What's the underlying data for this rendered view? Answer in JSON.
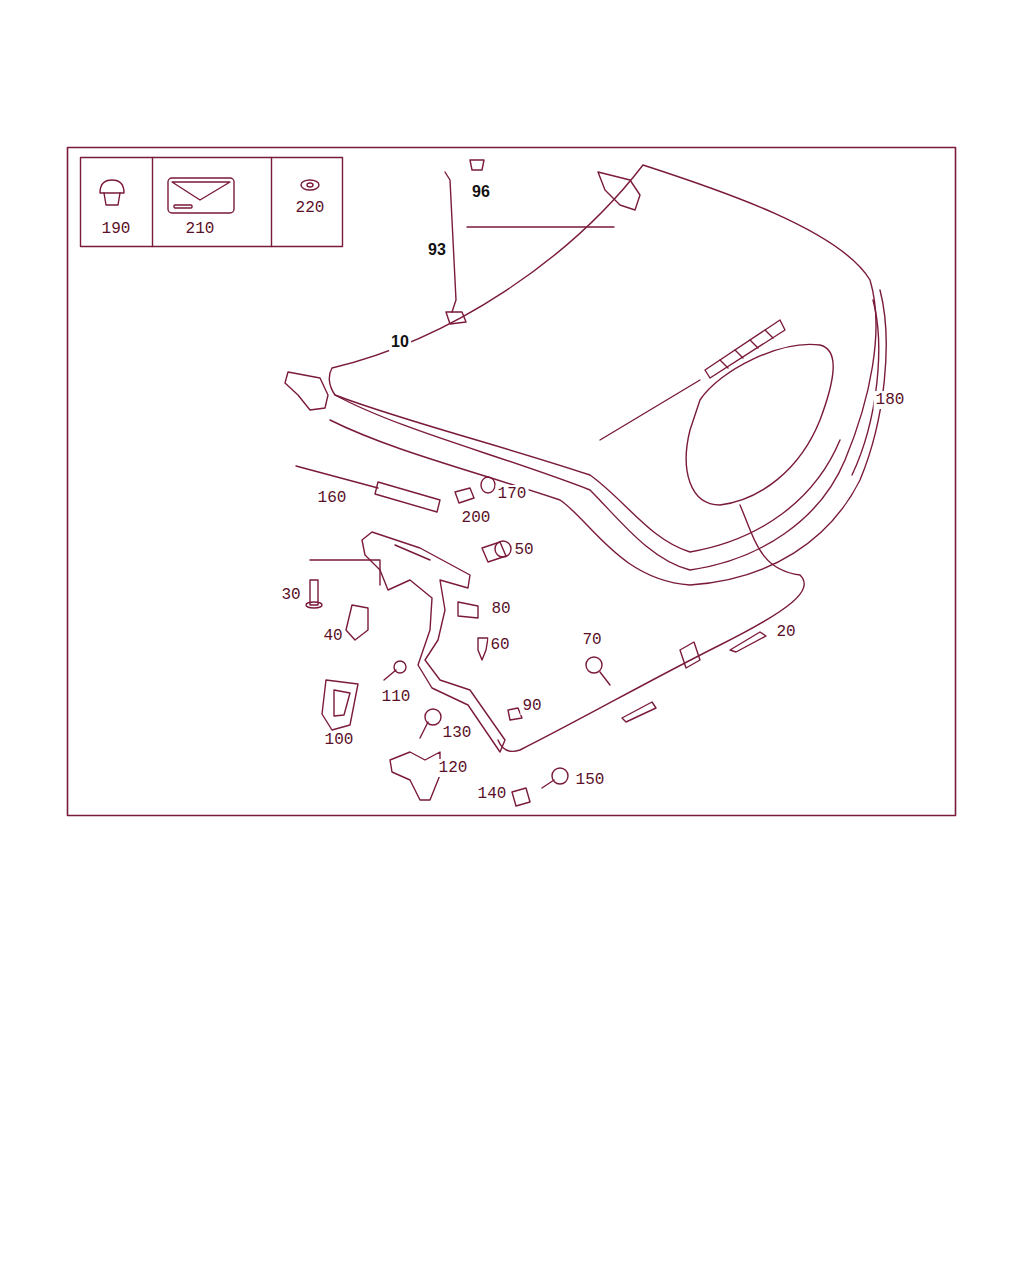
{
  "diagram": {
    "nodes": [
      {
        "text": [
          "190"
        ]
      },
      {
        "text": [
          "210"
        ]
      },
      {
        "text": [
          "220"
        ]
      }
    ],
    "labels": [
      "96",
      "93",
      "10",
      "180",
      "160",
      "200",
      "170",
      "50",
      "30",
      "80",
      "40",
      "60",
      "70",
      "20",
      "110",
      "90",
      "100",
      "130",
      "120",
      "140",
      "150"
    ]
  }
}
